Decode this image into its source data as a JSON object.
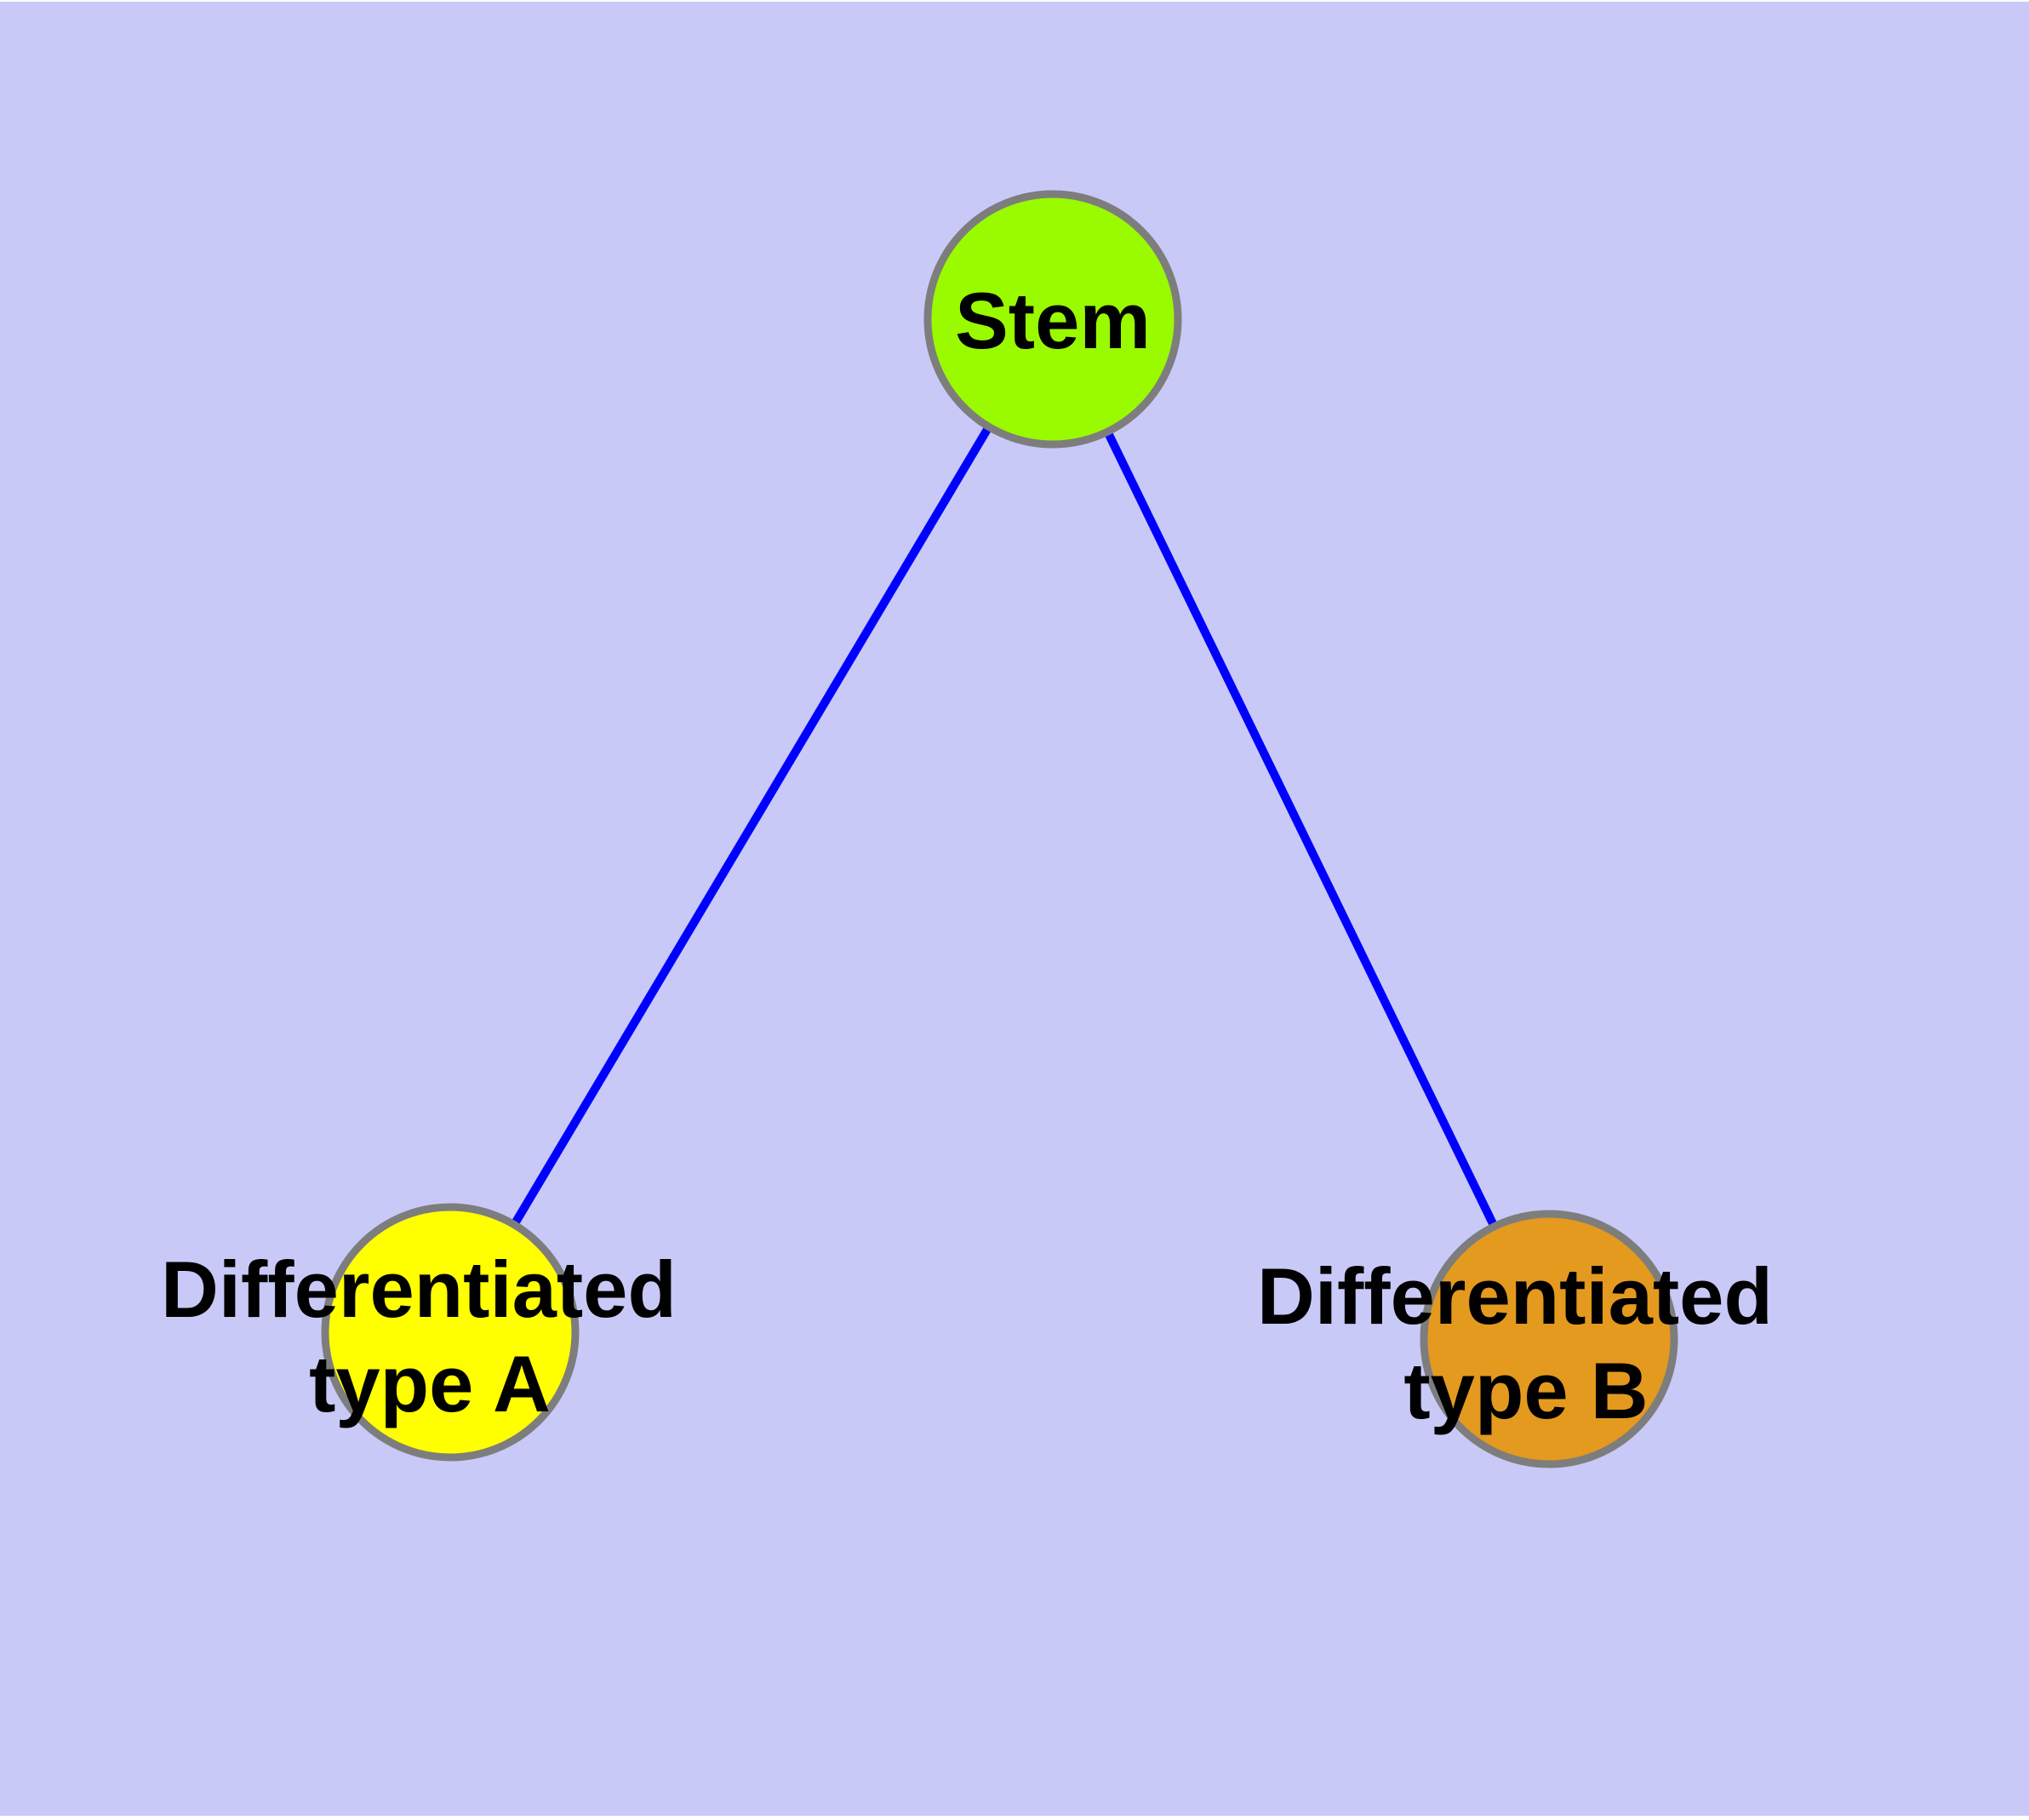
{
  "diagram": {
    "type": "graph",
    "background_color": "#C9C9F8",
    "edge_color": "#0000FF",
    "node_border_color": "#7D7D7D",
    "label_color": "#000000",
    "nodes": [
      {
        "id": "stem",
        "label": "Stem",
        "fill": "#9AFA00"
      },
      {
        "id": "differentiated-type-a",
        "label_line1": "Differentiated",
        "label_line2": "type A",
        "fill": "#FFFF00"
      },
      {
        "id": "differentiated-type-b",
        "label_line1": "Differentiated",
        "label_line2": "type B",
        "fill": "#E49A1E"
      }
    ],
    "edges": [
      {
        "from": "Stem",
        "to": "Differentiated type A"
      },
      {
        "from": "Stem",
        "to": "Differentiated type B"
      }
    ]
  }
}
